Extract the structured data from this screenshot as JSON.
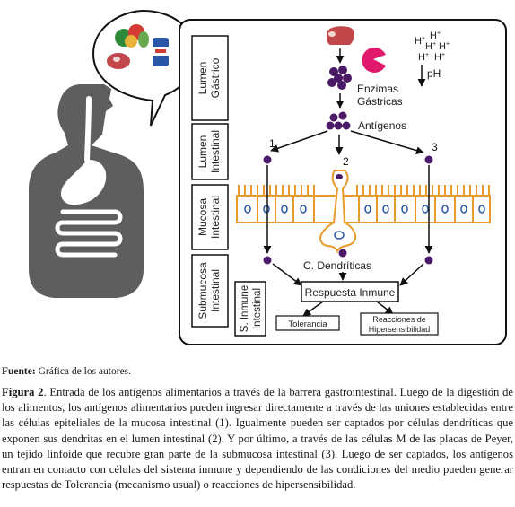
{
  "figure": {
    "layers": {
      "gastric": [
        "Lumen",
        "Gástrico"
      ],
      "intestinal": [
        "Lumen",
        "Intestinal"
      ],
      "mucosa": [
        "Mucosa",
        "Intestinal"
      ],
      "submucosa": [
        "Submucosa",
        "Intestinal"
      ]
    },
    "immune_system_label": [
      "S. Inmune",
      "Intestinal"
    ],
    "proton_labels": [
      "H",
      "H",
      "H",
      "H",
      "H",
      "H"
    ],
    "proton_charge": "+",
    "ph_label": "pH",
    "enzymes": [
      "Enzimas",
      "Gástricas"
    ],
    "antigens": "Antígenos",
    "route_numbers": [
      "1",
      "2",
      "3"
    ],
    "dendritic_cells": "C. Dendríticas",
    "immune_response": "Respuesta Inmune",
    "tolerance": "Tolerancia",
    "hypersensitivity": [
      "Reacciones de",
      "Hipersensibilidad"
    ],
    "colors": {
      "antigen": "#4b1a66",
      "epithelium": "#e89a2a",
      "silhouette": "#5e5e5e",
      "meat": "#c2474a",
      "enzyme": "#e0186e"
    }
  },
  "source": {
    "label": "Fuente:",
    "text": " Gráfica de los autores."
  },
  "caption": {
    "label": "Figura 2",
    "text": ". Entrada de los antígenos alimentarios a través de la barrera gastrointestinal. Luego de la digestión de los alimentos, los antígenos alimentarios pueden ingresar directamente a través de las uniones establecidas entre las células epiteliales de la mucosa intestinal (1). Igualmente pueden ser captados por células dendríticas que exponen sus dendritas en el lumen intestinal (2). Y por último, a través de las células M de las placas de Peyer, un tejido linfoide que recubre gran parte de la submucosa intestinal (3). Luego de ser captados, los antígenos entran en contacto con células del sistema inmune y dependiendo de las condiciones del medio pueden generar respuestas de Tolerancia (mecanismo usual) o reacciones de hipersensibilidad."
  }
}
